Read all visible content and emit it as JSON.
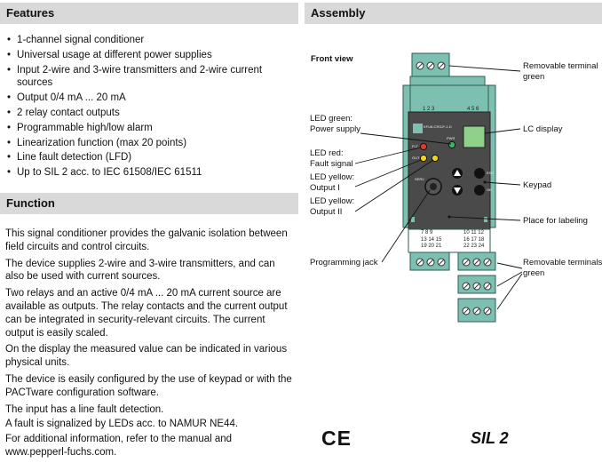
{
  "features": {
    "title": "Features",
    "items": [
      "1-channel signal conditioner",
      "Universal usage at different power supplies",
      "Input 2-wire and 3-wire transmitters and 2-wire current sources",
      "Output 0/4 mA ... 20 mA",
      "2 relay contact outputs",
      "Programmable high/low alarm",
      "Linearization function (max 20 points)",
      "Line fault detection (LFD)",
      "Up to SIL 2 acc. to IEC 61508/IEC 61511"
    ]
  },
  "function": {
    "title": "Function",
    "paragraphs": [
      "This signal conditioner provides the galvanic isolation between field circuits and control circuits.",
      "The device supplies 2-wire and 3-wire transmitters, and can also be used with current sources.",
      "Two relays and an active 0/4 mA ... 20 mA current source are available as outputs. The relay contacts and the current output can be integrated in security-relevant circuits. The current output is easily scaled.",
      "On the display the measured value can be indicated in various physical units.",
      "The device is easily configured by the use of keypad or with the PACTware configuration software.",
      "The input has a line fault detection.",
      "A fault is signalized by LEDs acc. to NAMUR NE44.",
      "For additional information, refer to the manual and www.pepperl-fuchs.com."
    ]
  },
  "assembly": {
    "title": "Assembly",
    "front_view": "Front view",
    "labels": {
      "led_green": [
        "LED green:",
        "Power supply"
      ],
      "led_red": [
        "LED red:",
        "Fault signal"
      ],
      "led_yellow_1": [
        "LED yellow:",
        "Output I"
      ],
      "led_yellow_2": [
        "LED yellow:",
        "Output II"
      ],
      "programming_jack": "Programming jack",
      "removable_terminal_top": [
        "Removable terminal",
        "green"
      ],
      "lc_display": "LC display",
      "keypad": "Keypad",
      "place_labeling": "Place for labeling",
      "removable_terminals_bottom": [
        "Removable terminals",
        "green"
      ]
    },
    "device": {
      "model": "KFU8-CRG2*-1.D",
      "top_terminal_nums_left": "1  2  3",
      "top_terminal_nums_right": "4  5  6",
      "led_pwr": "PWR",
      "led_flt": "FLT",
      "led_out": "OUT",
      "jack_label": "SERV",
      "key_esc": "ESC",
      "key_ok": "OK",
      "bottom_nums_left": [
        "7   8   9",
        "13  14  15",
        "19  20  21"
      ],
      "bottom_nums_right": [
        "10  11  12",
        "16  17  18",
        "22  23  24"
      ]
    },
    "ce_mark": "CE",
    "sil": "SIL 2"
  },
  "colors": {
    "header_bg": "#d9d9d9",
    "device_green": "#7dbfb0",
    "device_dark": "#4a4a4a",
    "lcd": "#8fd18a"
  }
}
